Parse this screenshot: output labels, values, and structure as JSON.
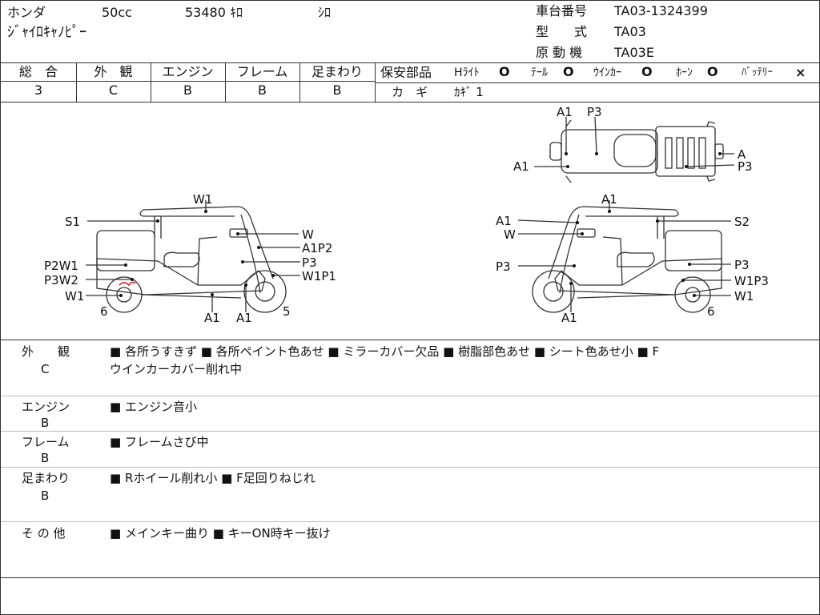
{
  "header": {
    "maker": "ホンダ",
    "displacement": "50cc",
    "mileage": "53480 ｷﾛ",
    "color": "ｼﾛ",
    "model_name": "ｼﾞｬｲﾛｷｬﾉﾋﾟｰ",
    "frame_no_label": "車台番号",
    "frame_no": "TA03-1324399",
    "type_label": "型　　式",
    "type": "TA03",
    "engine_label": "原 動 機",
    "engine": "TA03E"
  },
  "grades": [
    {
      "label": "総　合",
      "value": "3"
    },
    {
      "label": "外　観",
      "value": "C"
    },
    {
      "label": "エンジン",
      "value": "B"
    },
    {
      "label": "フレーム",
      "value": "B"
    },
    {
      "label": "足まわり",
      "value": "B"
    }
  ],
  "safety": {
    "label": "保安部品",
    "items": [
      {
        "name": "Hﾗｲﾄ",
        "mark": "O"
      },
      {
        "name": "ﾃｰﾙ",
        "mark": "O"
      },
      {
        "name": "ｳｲﾝｶｰ",
        "mark": "O"
      },
      {
        "name": "ﾎｰﾝ",
        "mark": "O"
      },
      {
        "name": "ﾊﾞｯﾃﾘｰ",
        "mark": "×"
      }
    ],
    "key_label": "カ　ギ",
    "key_value": "ｶｷﾞ 1"
  },
  "diagram": {
    "top_labels": [
      "A1",
      "P3",
      "A1",
      "A",
      "P3"
    ],
    "left_labels": [
      "W1",
      "S1",
      "W",
      "A1P2",
      "P2W1",
      "P3",
      "P3W2",
      "W1P1",
      "W1",
      "6",
      "A1",
      "A1",
      "5"
    ],
    "right_labels": [
      "A1",
      "A1",
      "S2",
      "W",
      "P3",
      "P3",
      "W1P3",
      "W1",
      "6",
      "A1"
    ]
  },
  "notes": [
    {
      "category": "外　　観",
      "grade": "C",
      "text": "■ 各所うすきず ■ 各所ペイント色あせ ■ ミラーカバー欠品 ■ 樹脂部色あせ ■ シート色あせ小 ■ F",
      "text2": "ウインカーカバー削れ中"
    },
    {
      "category": "エンジン",
      "grade": "B",
      "text": "■ エンジン音小",
      "text2": ""
    },
    {
      "category": "フレーム",
      "grade": "B",
      "text": "■ フレームさび中",
      "text2": ""
    },
    {
      "category": "足まわり",
      "grade": "B",
      "text": "■ Rホイール削れ小 ■ F足回りねじれ",
      "text2": ""
    },
    {
      "category": "そ の 他",
      "grade": "",
      "text": "■ メインキー曲り ■ キーON時キー抜け",
      "text2": ""
    }
  ]
}
